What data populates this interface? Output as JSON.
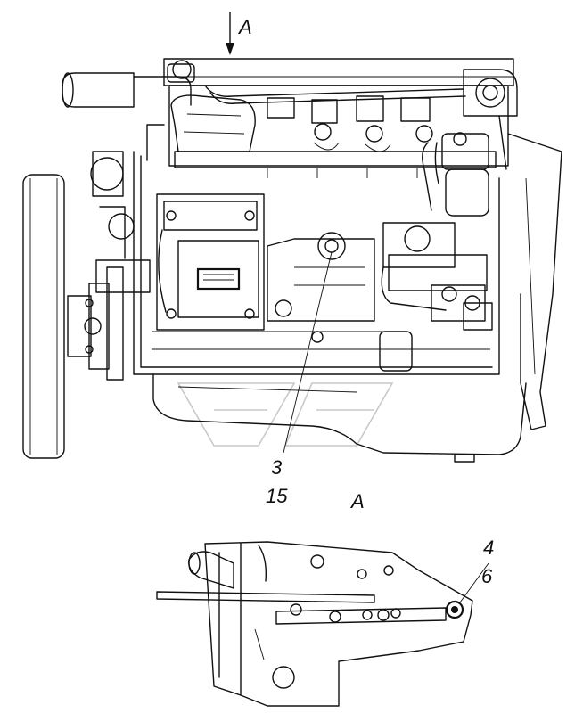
{
  "labels": {
    "view_arrow": "A",
    "view_title": "A",
    "callout_a_1": "3",
    "callout_a_2": "15",
    "callout_b_1": "4",
    "callout_b_2": "6"
  }
}
